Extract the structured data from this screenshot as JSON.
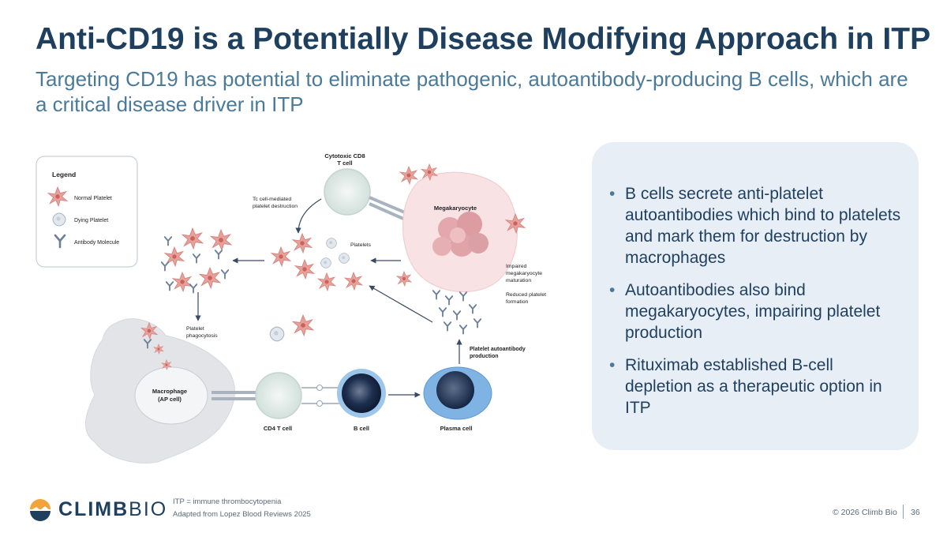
{
  "slide": {
    "title": "Anti-CD19 is a Potentially Disease Modifying Approach in ITP",
    "subtitle": "Targeting CD19 has potential to eliminate pathogenic, autoantibody-producing B cells, which are a critical disease driver in ITP"
  },
  "diagram": {
    "legend": {
      "title": "Legend",
      "items": [
        "Normal Platelet",
        "Dying Platelet",
        "Antibody Molecule"
      ]
    },
    "labels": {
      "cytotoxic_line1": "Cytotoxic CD8",
      "cytotoxic_line2": "T cell",
      "tc_line1": "Tc cell-mediated",
      "tc_line2": "platelet destruction",
      "megakaryocyte": "Megakaryocyte",
      "platelets": "Platelets",
      "impaired_line1": "Impaired",
      "impaired_line2": "megakaryocyte",
      "impaired_line3": "maturation",
      "reduced_line1": "Reduced platelet",
      "reduced_line2": "formation",
      "phago_line1": "Platelet",
      "phago_line2": "phagocytosis",
      "autoab_line1": "Platelet autoantibody",
      "autoab_line2": "production",
      "macrophage_line1": "Macrophage",
      "macrophage_line2": "(AP cell)",
      "cd4": "CD4 T cell",
      "bcell": "B cell",
      "plasma": "Plasma cell"
    }
  },
  "bullets": [
    "B cells secrete anti-platelet autoantibodies which bind to platelets and mark them for destruction by macrophages",
    "Autoantibodies also bind megakaryocytes, impairing platelet production",
    "Rituximab established B-cell depletion as a therapeutic option in ITP"
  ],
  "bullet_marker": "•",
  "footer": {
    "logo_bold": "CLIMB",
    "logo_light": "BIO",
    "footnote1": "ITP = immune thrombocytopenia",
    "footnote2": "Adapted from Lopez Blood Reviews 2025",
    "copyright": "© 2026 Climb Bio",
    "page_number": "36"
  },
  "colors": {
    "title": "#1f3f5f",
    "subtitle": "#4b7a99",
    "panel": "#e8eef5",
    "logo_orange": "#f2a33a",
    "logo_navy": "#1f3f5f"
  }
}
